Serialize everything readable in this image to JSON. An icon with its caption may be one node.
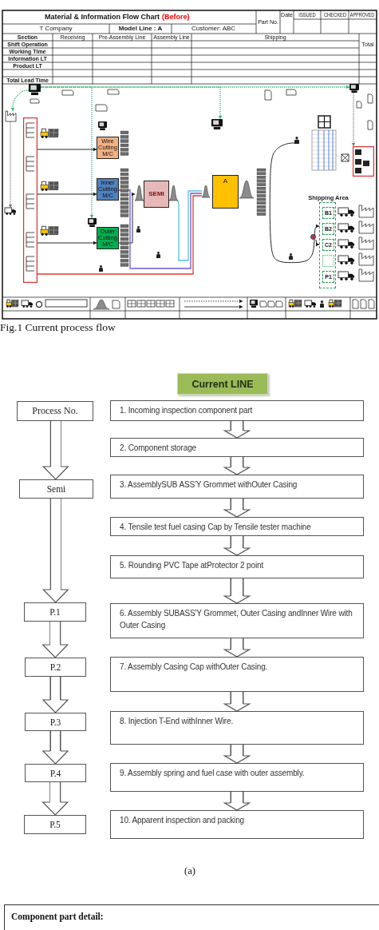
{
  "diagram": {
    "nodes": [
      {
        "text": [],
        "shape": "picture"
      },
      {
        "text": [],
        "shape": "picture"
      },
      {
        "text": [],
        "shape": "picture"
      },
      {
        "text": [],
        "shape": "picture"
      },
      {
        "text": [],
        "shape": "box"
      },
      {
        "text": [
          "Wire Cutting M/C"
        ]
      },
      {
        "text": [],
        "shape": "person"
      },
      {
        "text": [],
        "shape": "box"
      },
      {
        "text": [
          "Inner Cutting M/C"
        ]
      },
      {
        "text": [],
        "shape": "triangle"
      },
      {
        "text": [
          "SEMI"
        ]
      },
      {
        "text": [],
        "shape": "triangle"
      },
      {
        "text": [
          "A"
        ]
      },
      {
        "text": [],
        "shape": "triangle"
      },
      {
        "text": [
          "Shipping Area"
        ]
      },
      {
        "text": [
          "B1"
        ],
        "in": 14
      },
      {
        "text": [
          "B2"
        ],
        "in": 14
      },
      {
        "text": [
          "C2"
        ],
        "in": 14
      },
      {
        "text": [],
        "shape": "box",
        "in": 14
      },
      {
        "text": [
          "P1"
        ],
        "in": 14
      },
      {
        "text": [],
        "shape": "picture"
      },
      {
        "text": [],
        "shape": "picture"
      },
      {
        "text": [
          "Outer Cutting M/C"
        ]
      },
      {
        "text": [],
        "shape": "circle"
      },
      {
        "text": [
          "Current LINE"
        ]
      },
      {
        "text": [
          "Process No."
        ]
      },
      {
        "text": [
          "1. Incoming inspection component part"
        ]
      },
      {
        "text": [
          "2. Component storage"
        ]
      },
      {
        "text": [
          "Semi"
        ]
      },
      {
        "text": [
          "3. AssemblySUB ASS'Y Grommet withOuter Casing"
        ]
      },
      {
        "text": [
          "4. Tensile test fuel casing Cap by Tensile tester machine"
        ]
      },
      {
        "text": [
          "5. Rounding PVC Tape atProtector 2 point"
        ]
      },
      {
        "text": [
          "P.1"
        ]
      },
      {
        "text": [
          "6. Assembly SUBASS'Y Grommet, Outer Casing andInner Wire with Outer Casing"
        ]
      },
      {
        "text": [
          "P.2"
        ]
      },
      {
        "text": [
          "7. Assembly Casing Cap withOuter Casing."
        ]
      },
      {
        "text": [
          "P.3"
        ]
      },
      {
        "text": [
          "8. Injection T-End withInner Wire."
        ]
      },
      {
        "text": [
          "P.4"
        ]
      },
      {
        "text": [
          "9. Assembly spring and fuel case with outer assembly."
        ]
      },
      {
        "text": [
          "P.5"
        ]
      },
      {
        "text": [
          "10. Apparent inspection and packing"
        ]
      },
      {
        "text": [
          "Component part detail:"
        ]
      }
    ],
    "edges": [
      {
        "from": 0,
        "to": 1,
        "arrow": "to",
        "style": "dashed",
        "color": "#2eb872"
      },
      {
        "from": 0,
        "to": 3,
        "arrow": "to",
        "style": "dashed",
        "color": "#2eb872"
      },
      {
        "from": 0,
        "to": 21,
        "arrow": "to",
        "style": "dashed",
        "color": "#2eb872"
      },
      {
        "from": 0,
        "to": 2,
        "arrow": "to",
        "style": "dashed",
        "color": "#2eb872"
      },
      {
        "from": 1,
        "to": 7,
        "arrow": "to",
        "style": "dashed",
        "color": "#777777"
      },
      {
        "from": 2,
        "to": 20,
        "arrow": "to",
        "style": "dashed",
        "color": "#777777"
      },
      {
        "from": 4,
        "to": 5,
        "arrow": "to"
      },
      {
        "from": 4,
        "to": 8,
        "arrow": "to"
      },
      {
        "from": 4,
        "to": 22,
        "arrow": "to"
      },
      {
        "from": 22,
        "to": 9,
        "arrow": "to"
      },
      {
        "from": 8,
        "to": 13,
        "arrow": "none",
        "color": "#6a5acd"
      },
      {
        "from": 11,
        "to": 13,
        "arrow": "none",
        "color": "#5bc0eb"
      },
      {
        "from": 4,
        "to": 13,
        "arrow": "none",
        "color": "#e53935"
      },
      {
        "from": 6,
        "to": 14,
        "arrow": "to"
      },
      {
        "from": 23,
        "to": 14,
        "arrow": "to"
      },
      {
        "from": 25,
        "to": 28,
        "arrow": "to",
        "style": "thick"
      },
      {
        "from": 28,
        "to": 32,
        "arrow": "to",
        "style": "thick"
      },
      {
        "from": 32,
        "to": 34,
        "arrow": "to",
        "style": "thick"
      },
      {
        "from": 34,
        "to": 36,
        "arrow": "to",
        "style": "thick"
      },
      {
        "from": 36,
        "to": 38,
        "arrow": "to",
        "style": "thick"
      },
      {
        "from": 38,
        "to": 40,
        "arrow": "to",
        "style": "thick"
      },
      {
        "from": 26,
        "to": 27,
        "arrow": "to",
        "style": "thick"
      },
      {
        "from": 27,
        "to": 29,
        "arrow": "to",
        "style": "thick"
      },
      {
        "from": 29,
        "to": 30,
        "arrow": "to",
        "style": "thick"
      },
      {
        "from": 30,
        "to": 31,
        "arrow": "to",
        "style": "thick"
      },
      {
        "from": 31,
        "to": 33,
        "arrow": "to",
        "style": "thick"
      },
      {
        "from": 33,
        "to": 35,
        "arrow": "to",
        "style": "thick"
      },
      {
        "from": 35,
        "to": 37,
        "arrow": "to",
        "style": "thick"
      },
      {
        "from": 37,
        "to": 39,
        "arrow": "to",
        "style": "thick"
      },
      {
        "from": 39,
        "to": 41,
        "arrow": "to",
        "style": "thick"
      }
    ],
    "labels": [
      "Material & Information Flow Chart",
      "(Before)",
      "Part No.",
      "Date",
      "ISSUED",
      "CHECKED",
      "APPROVED",
      "T Company",
      "Model Line : A",
      "Customer: ABC",
      "Section",
      "Receiving",
      "Pre-Assembly Line",
      "Assembly Line",
      "Shipping",
      "Total",
      "Shift Operation",
      "Working Time",
      "Information LT",
      "Product LT",
      "Total Lead Time",
      "Fig.1 Current process flow",
      "(a)"
    ]
  }
}
